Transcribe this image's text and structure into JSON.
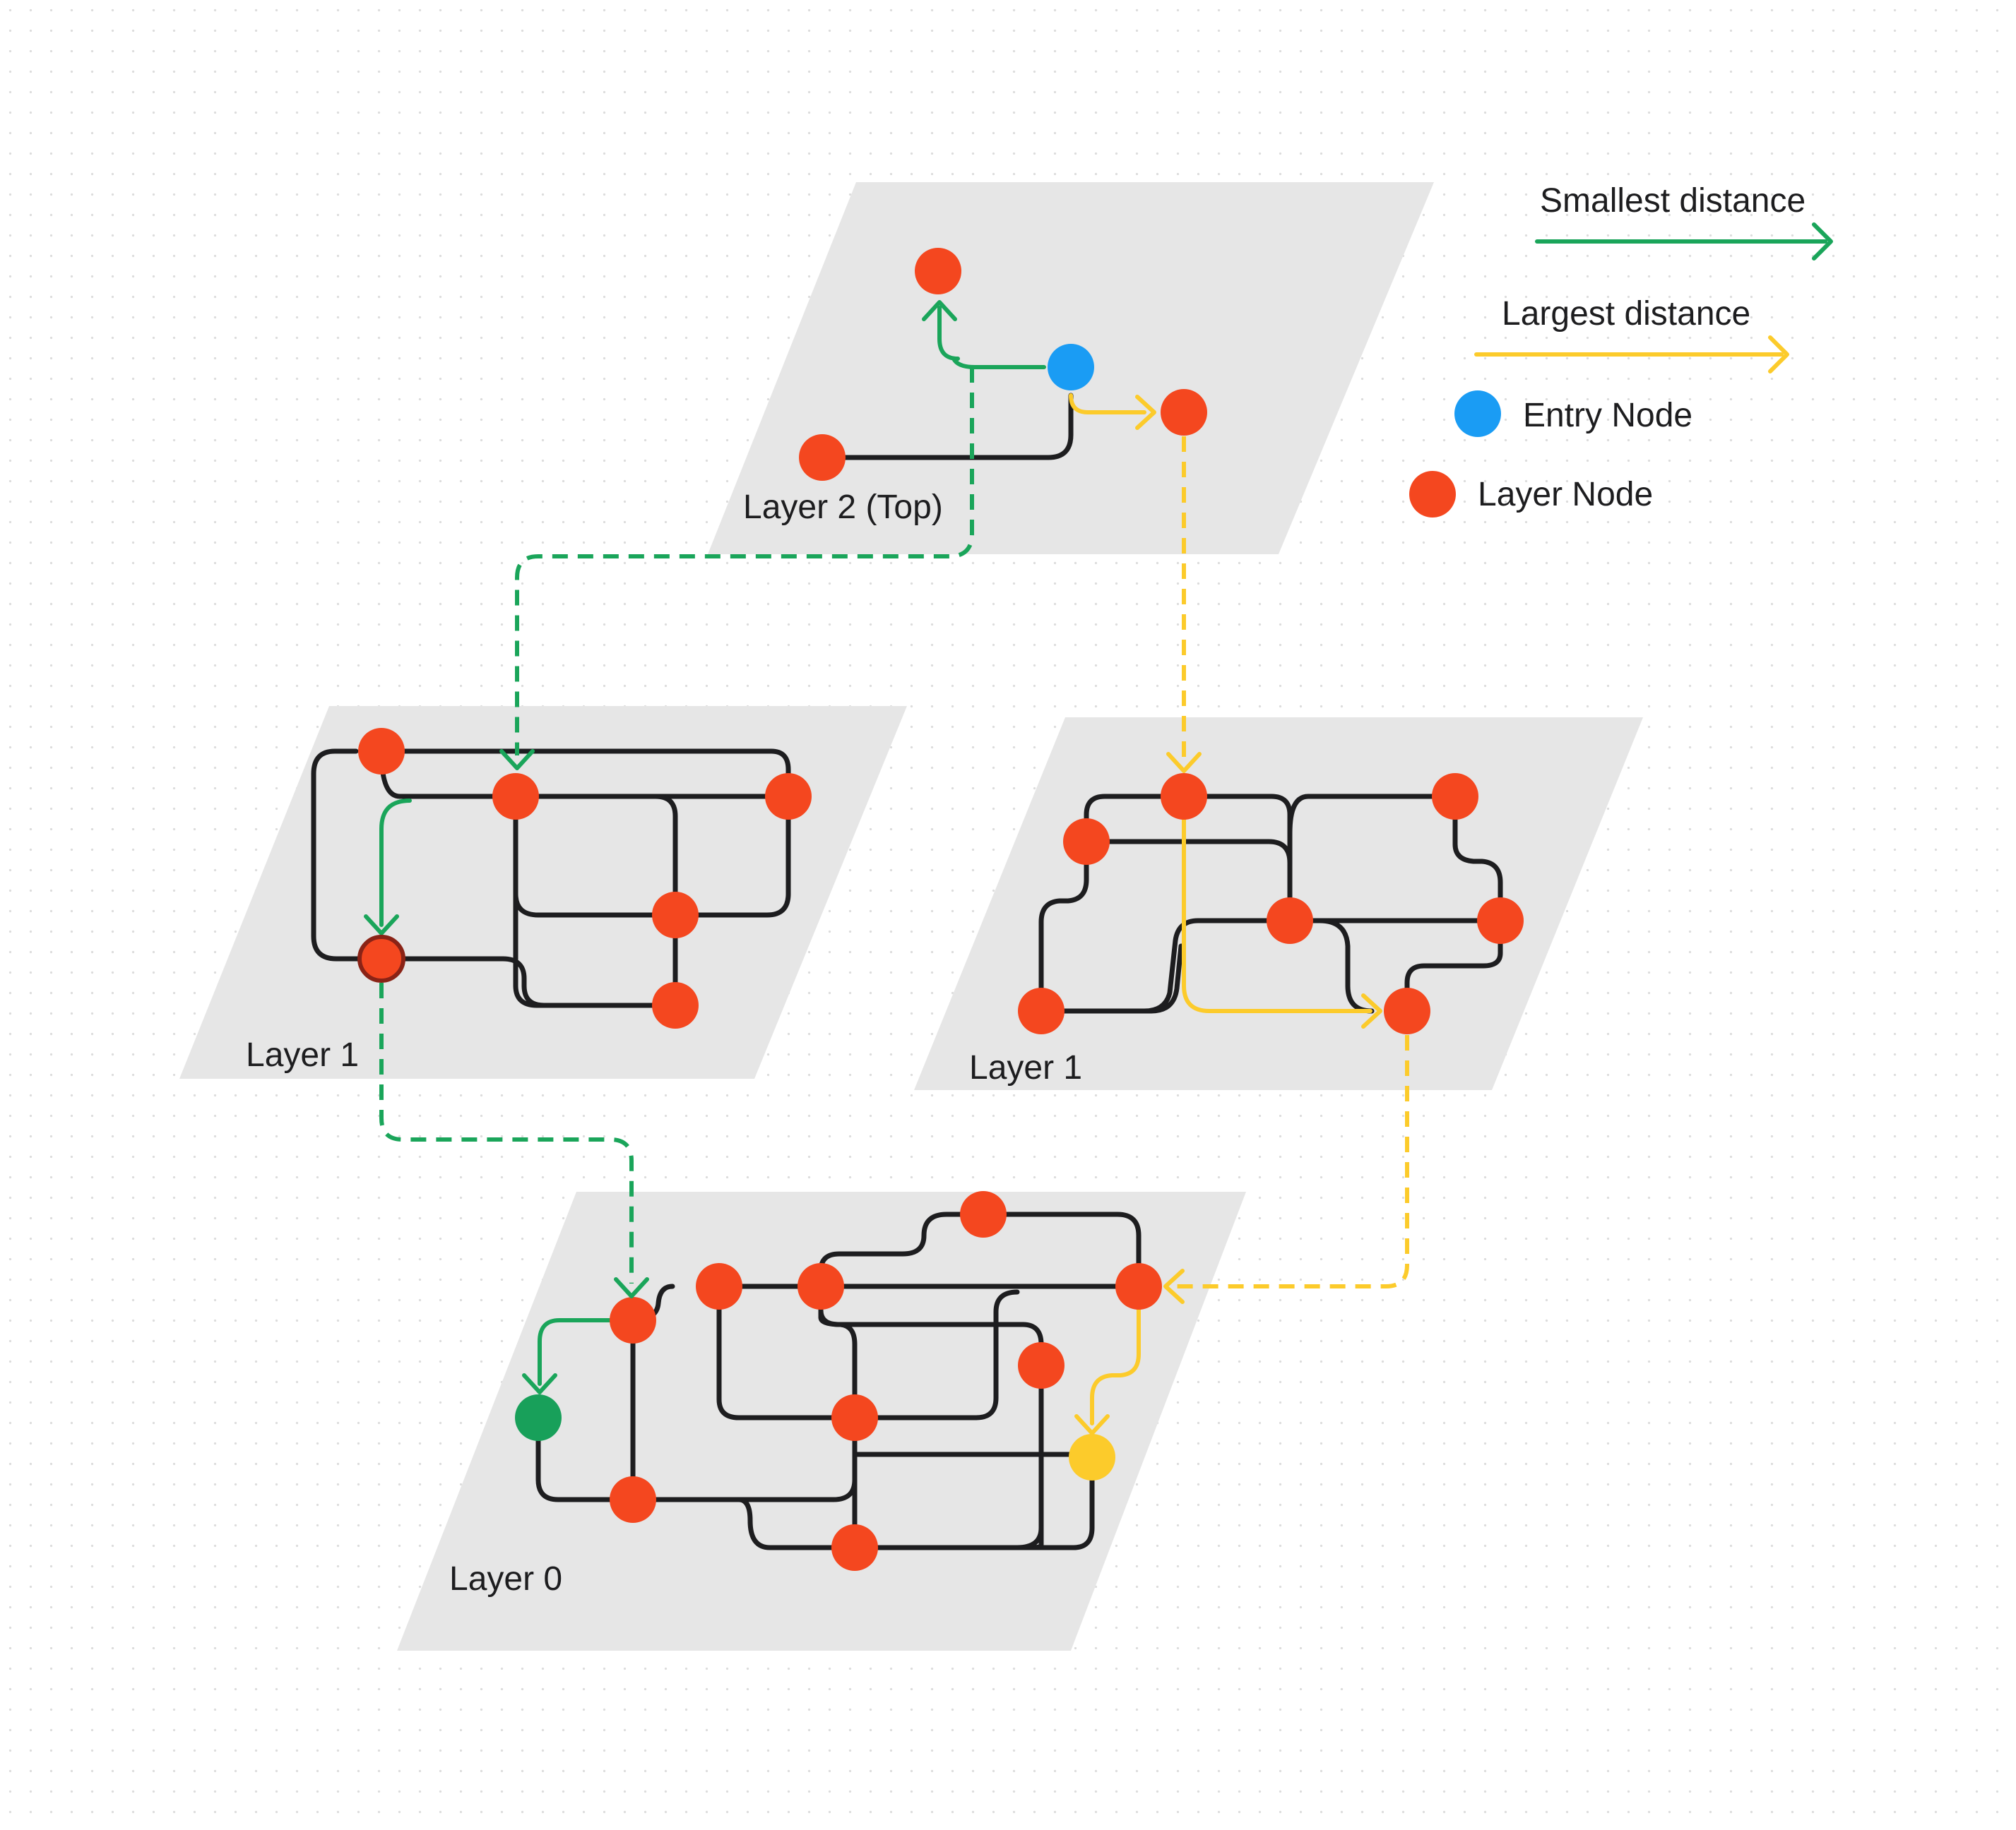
{
  "diagram": {
    "layers": [
      {
        "id": "layer-2-top",
        "label": "Layer 2 (Top)"
      },
      {
        "id": "layer-1-left",
        "label": "Layer 1"
      },
      {
        "id": "layer-1-right",
        "label": "Layer 1"
      },
      {
        "id": "layer-0",
        "label": "Layer 0"
      }
    ]
  },
  "legend": {
    "smallest": "Smallest distance",
    "largest": "Largest distance",
    "entry": "Entry Node",
    "layer_node": "Layer Node"
  },
  "colors": {
    "layer_node": "#f4471f",
    "entry_node": "#1a9cf4",
    "smallest_path": "#1aa55a",
    "largest_path": "#fccb2b",
    "plane": "#e6e6e6",
    "edge": "#1d1d1f",
    "target_smallest": "#18a05a",
    "target_largest": "#fccb2b",
    "highlighted_node_stroke": "#8a2316"
  }
}
